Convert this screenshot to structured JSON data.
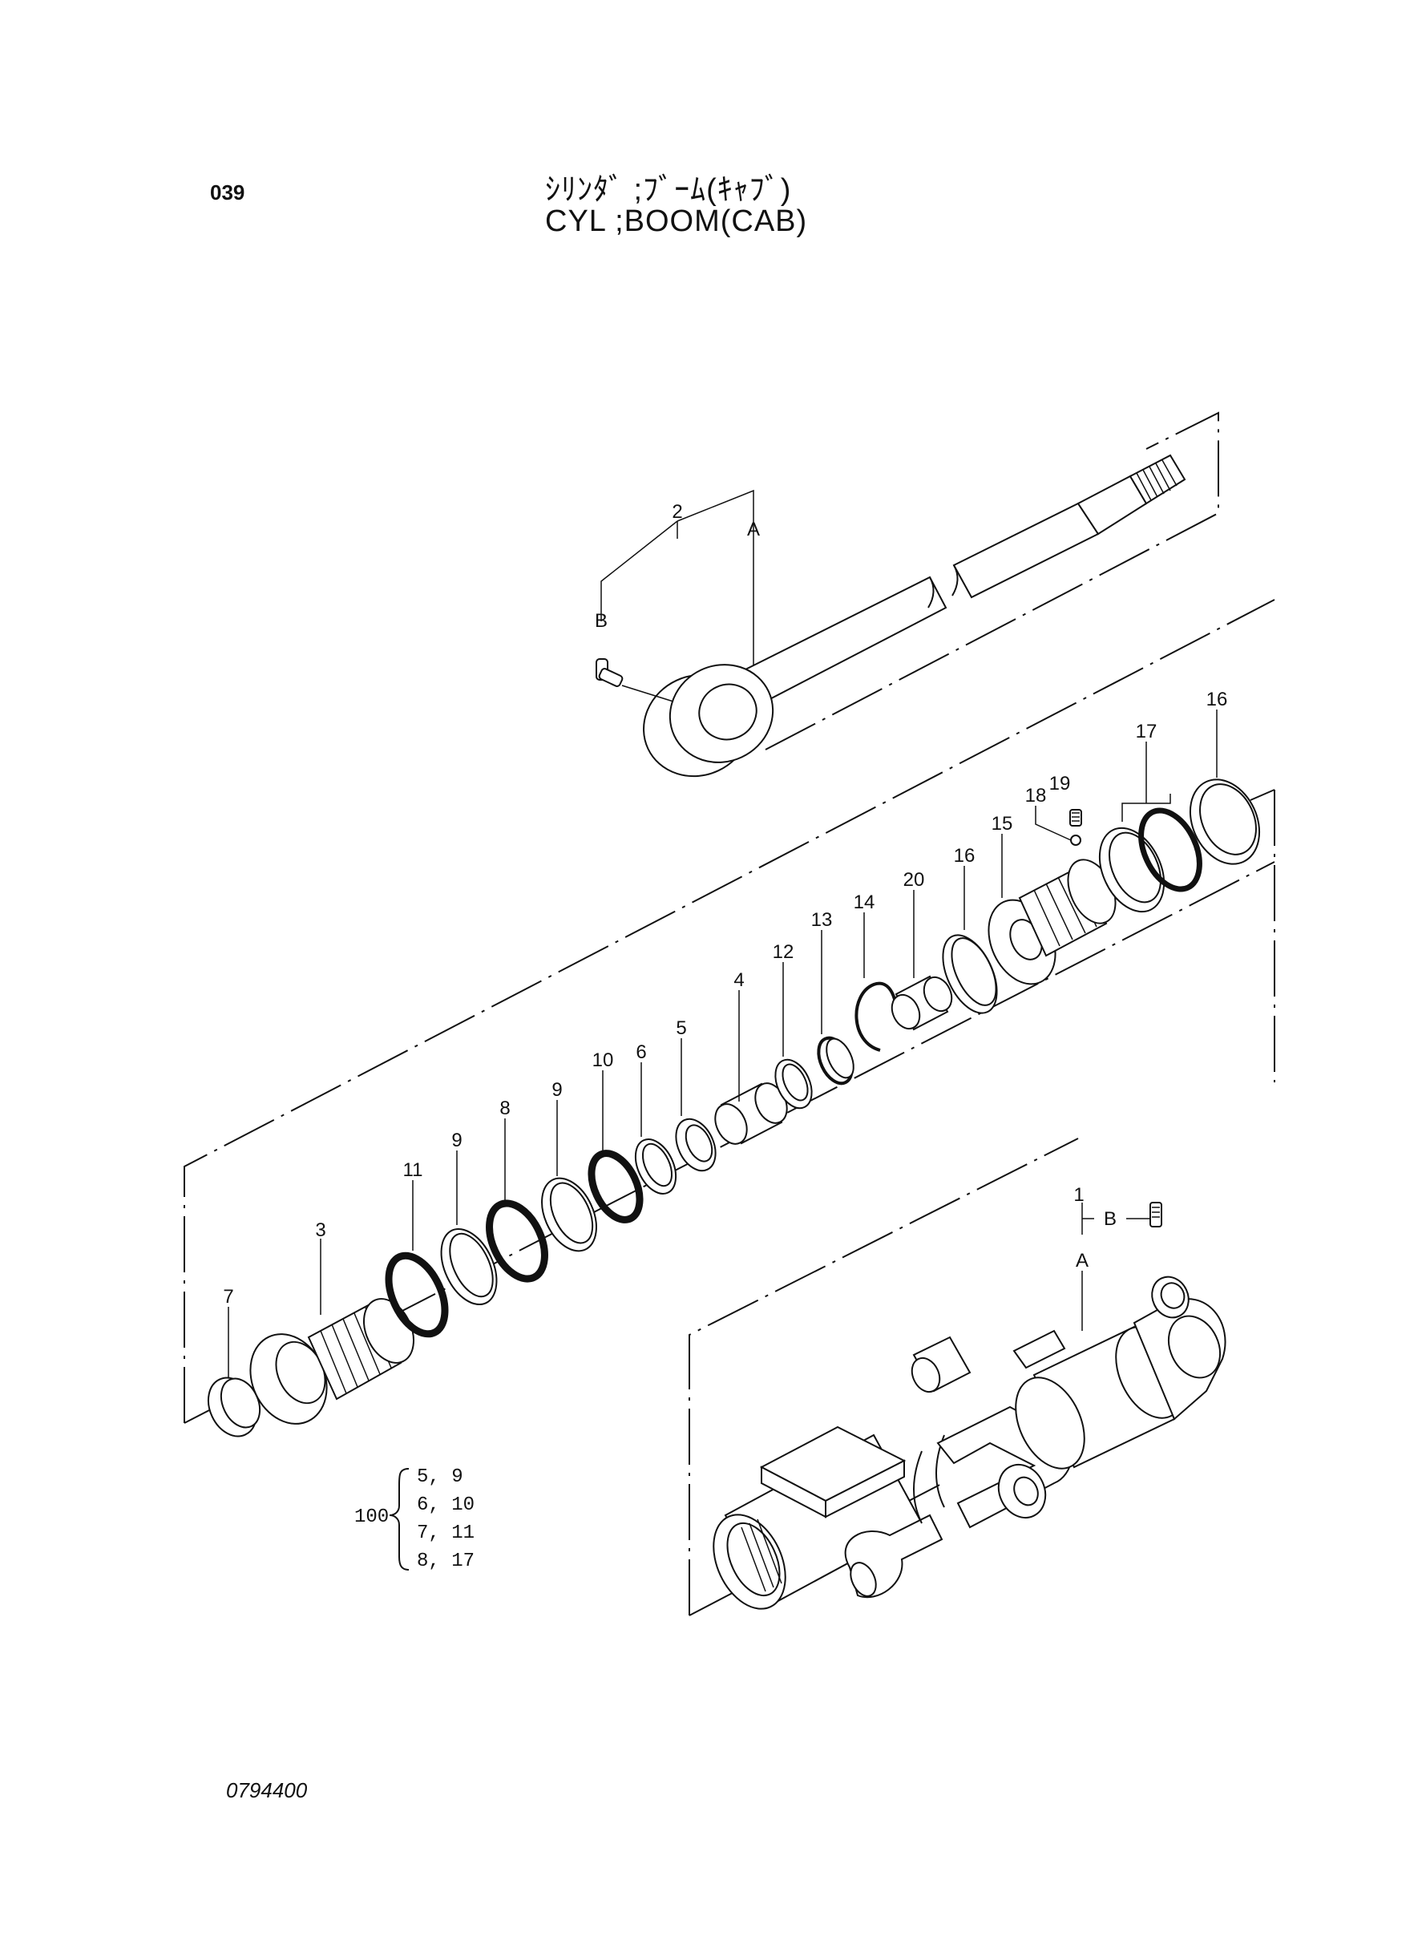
{
  "header": {
    "page_number": "039",
    "title_jp": "ｼﾘﾝﾀﾞ ;ﾌﾞｰﾑ(ｷｬﾌﾞ)",
    "title_en": "CYL ;BOOM(CAB)"
  },
  "drawing_number": "0794400",
  "callouts": {
    "p1": "1",
    "p2": "2",
    "p3": "3",
    "p4": "4",
    "p5": "5",
    "p6": "6",
    "p7": "7",
    "p8": "8",
    "p9a": "9",
    "p9b": "9",
    "p10": "10",
    "p11": "11",
    "p12": "12",
    "p13": "13",
    "p14": "14",
    "p15": "15",
    "p16a": "16",
    "p16b": "16",
    "p17": "17",
    "p18": "18",
    "p19": "19",
    "p20": "20",
    "rod_a": "A",
    "rod_b": "B",
    "tube_a": "A",
    "tube_b": "B"
  },
  "seal_kit": {
    "number": "100",
    "rows": [
      "5,  9",
      "6,  10",
      "7,  11",
      "8,  17"
    ]
  }
}
